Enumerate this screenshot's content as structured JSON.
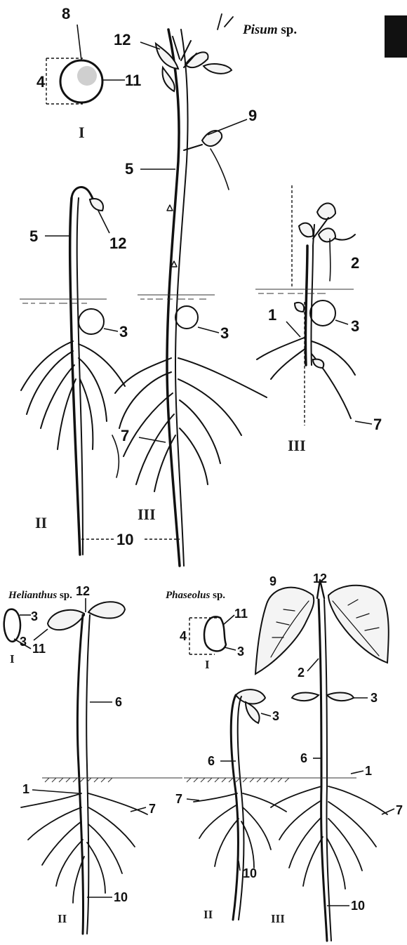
{
  "pisum": {
    "title_italic": "Pisum",
    "title_suffix": " sp.",
    "stage_I": "I",
    "stage_II": "II",
    "stage_III": "III",
    "stage_III_b": "III",
    "labels": {
      "n8": "8",
      "n4": "4",
      "n11": "11",
      "n12a": "12",
      "n9": "9",
      "n5a": "5",
      "n5b": "5",
      "n12b": "12",
      "n3a": "3",
      "n3b": "3",
      "n2": "2",
      "n1": "1",
      "n3c": "3",
      "n7a": "7",
      "n7b": "7",
      "n10": "10"
    }
  },
  "helianthus": {
    "title_italic": "Helianthus",
    "title_suffix": " sp.",
    "stage_I": "I",
    "stage_II": "II",
    "labels": {
      "n3a": "3",
      "n11": "11",
      "n12": "12",
      "n3b": "3",
      "n6": "6",
      "n1": "1",
      "n7": "7",
      "n10": "10"
    }
  },
  "phaseolus": {
    "title_italic": "Phaseolus",
    "title_suffix": " sp.",
    "stage_I": "I",
    "stage_II": "II",
    "stage_III": "III",
    "labels": {
      "n11": "11",
      "n4": "4",
      "n3a": "3",
      "n9": "9",
      "n12": "12",
      "n2": "2",
      "n3b": "3",
      "n3c": "3",
      "n6a": "6",
      "n6b": "6",
      "n1": "1",
      "n7a": "7",
      "n7b": "7",
      "n10a": "10",
      "n10b": "10"
    }
  }
}
